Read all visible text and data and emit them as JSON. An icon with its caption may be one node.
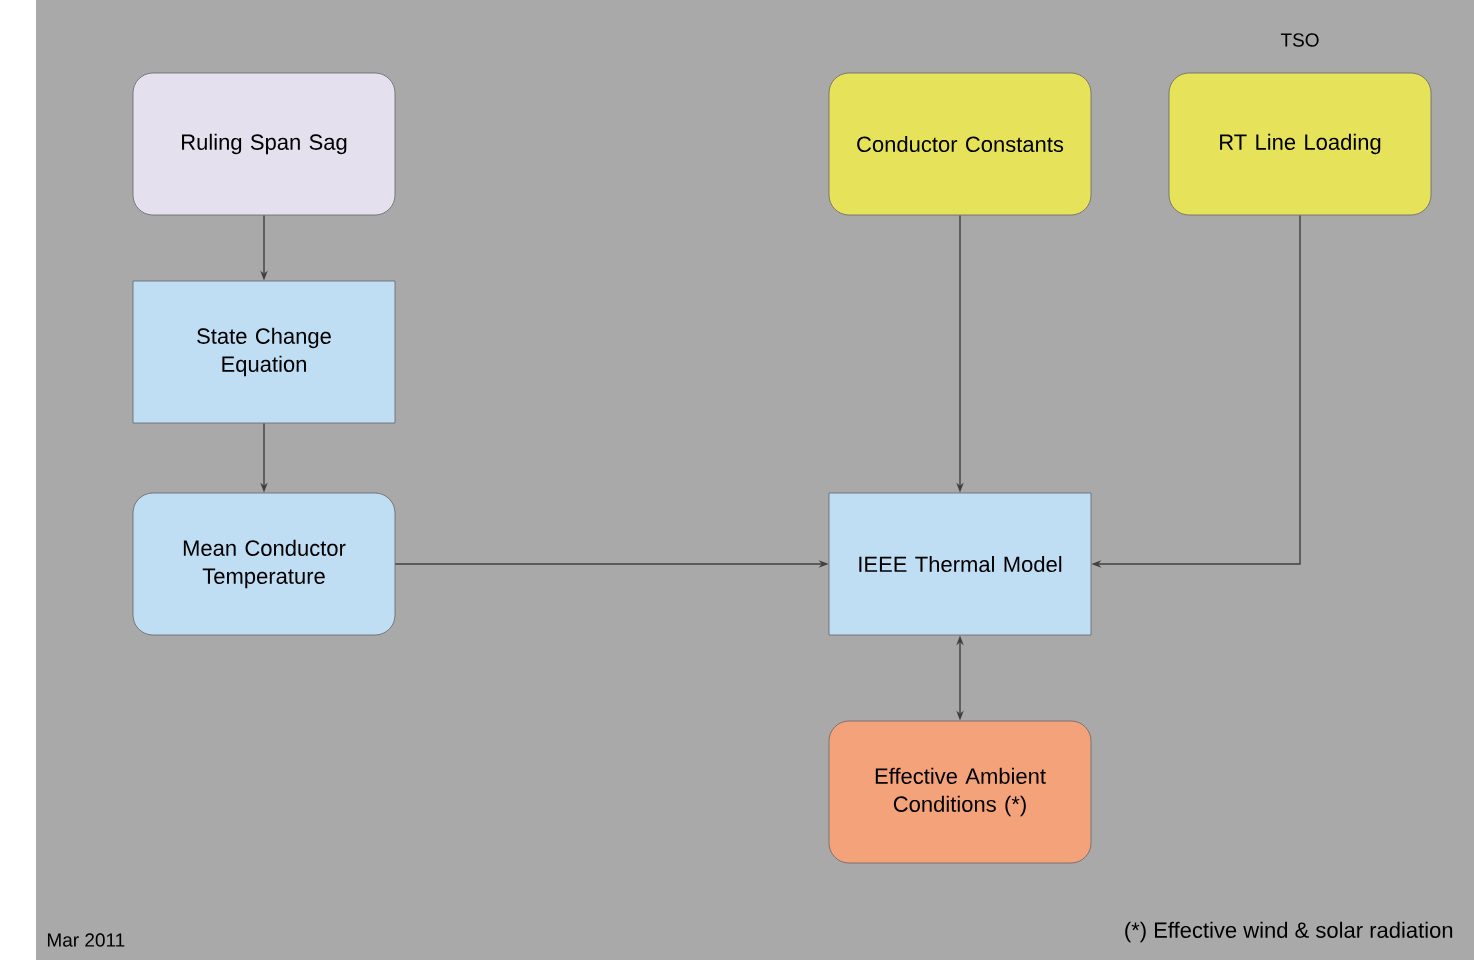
{
  "diagram": {
    "nodes": [
      {
        "text": [
          "Ruling Span Sag"
        ]
      },
      {
        "text": [
          "State Change Equation"
        ]
      },
      {
        "text": [
          "Mean Conductor Temperature"
        ]
      },
      {
        "text": [
          "Conductor Constants"
        ]
      },
      {
        "text": [
          "RT Line Loading"
        ]
      },
      {
        "text": [
          "IEEE Thermal Model"
        ]
      },
      {
        "text": [
          "Effective Ambient Conditions (*)"
        ]
      }
    ],
    "edges": [
      {
        "from": 0,
        "to": 1,
        "arrow": "to"
      },
      {
        "from": 1,
        "to": 2,
        "arrow": "to"
      },
      {
        "from": 2,
        "to": 5,
        "arrow": "to"
      },
      {
        "from": 3,
        "to": 5,
        "arrow": "to"
      },
      {
        "from": 4,
        "to": 5,
        "arrow": "to"
      },
      {
        "from": 5,
        "to": 6,
        "arrow": "both"
      }
    ],
    "labels": [
      "TSO",
      "Mar 2011",
      "(*) Effective wind & solar radiation"
    ]
  }
}
